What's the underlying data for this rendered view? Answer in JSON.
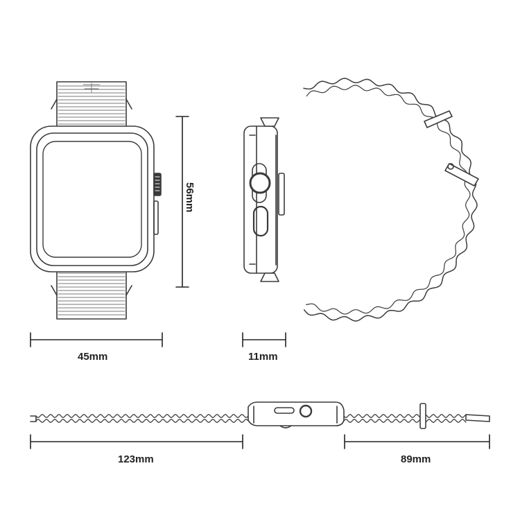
{
  "dimensions": {
    "case_width": "45mm",
    "case_height": "56mm",
    "case_thickness": "11mm",
    "long_strap_length": "123mm",
    "short_strap_length": "89mm"
  },
  "colors": {
    "line": "#3a3a3a",
    "fill_light": "#f4f4f4",
    "background": "#ffffff"
  }
}
